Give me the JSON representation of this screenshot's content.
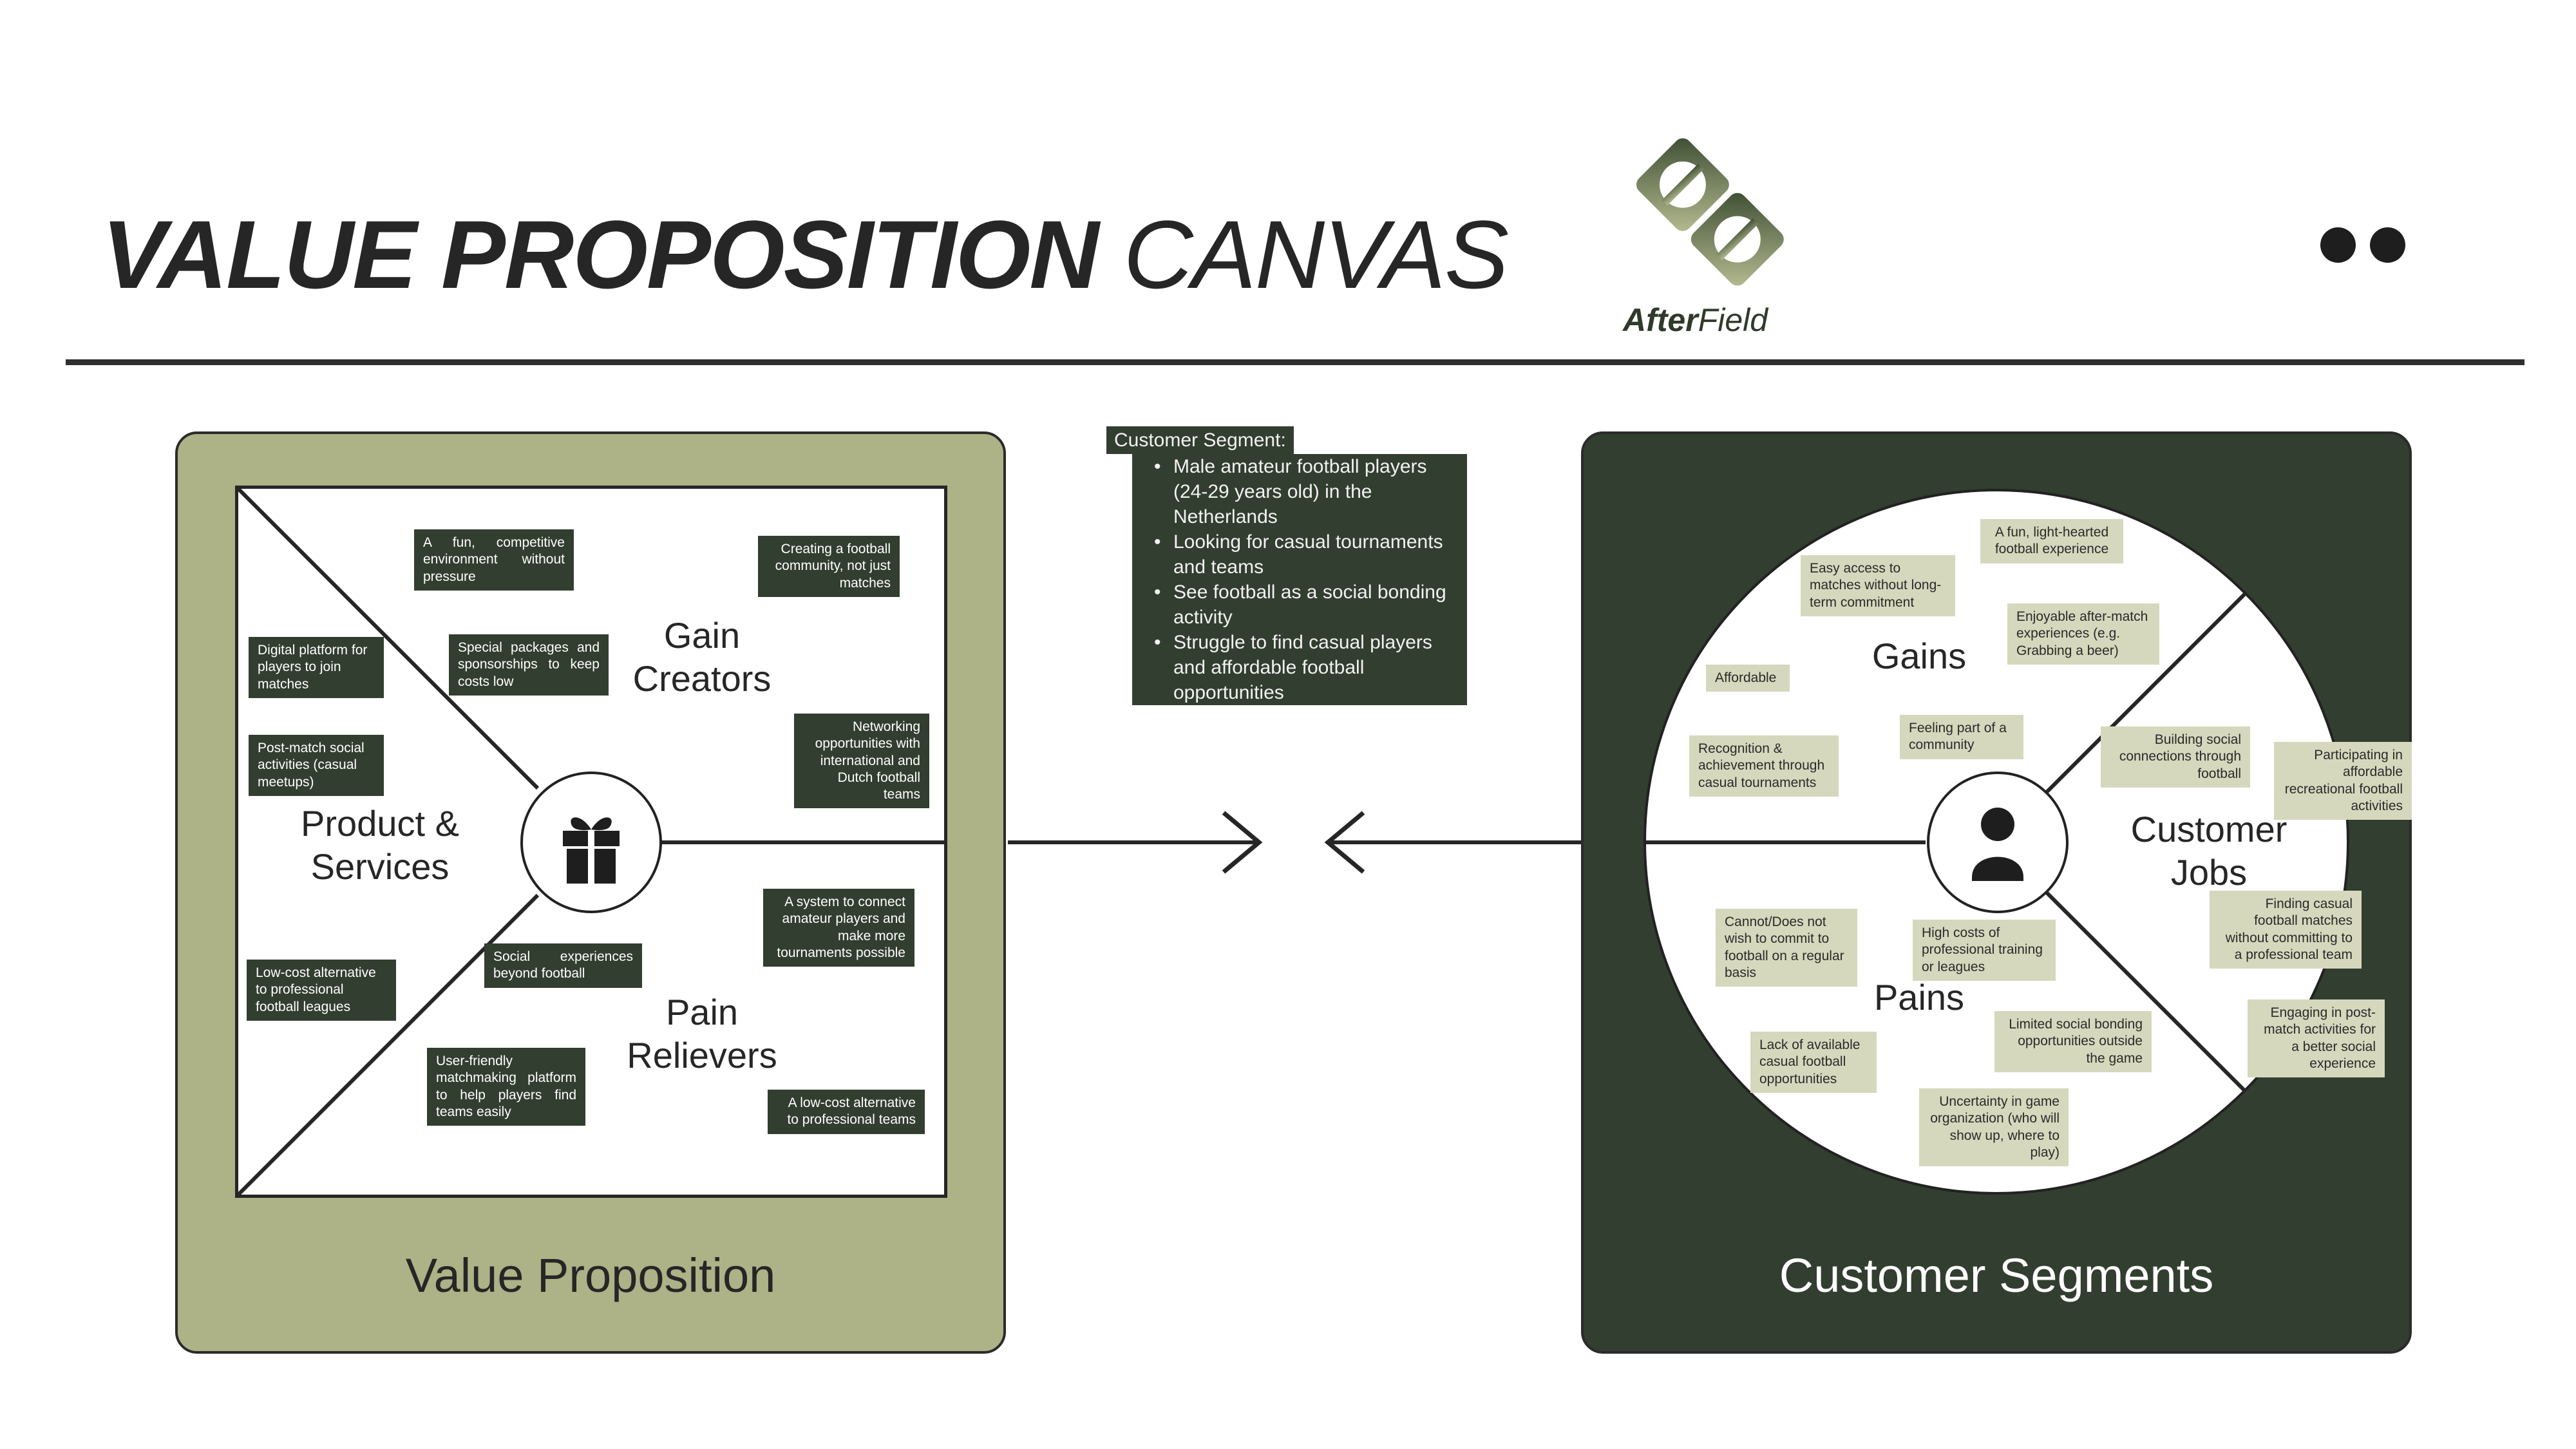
{
  "header": {
    "title_bold": "VALUE PROPOSITION",
    "title_regular": "CANVAS",
    "logo_text_bold": "After",
    "logo_text_regular": "Field"
  },
  "colors": {
    "olive": "#adb287",
    "dark_green": "#323e2f",
    "light_note": "#d6d8bd"
  },
  "customer_segment_note": {
    "heading": "Customer Segment:",
    "items": [
      "Male amateur football players (24-29 years old) in the Netherlands",
      "Looking for casual tournaments and teams",
      "See football as a social bonding activity",
      "Struggle to find casual players and affordable football opportunities"
    ]
  },
  "value_proposition": {
    "panel_title": "Value Proposition",
    "center_icon": "gift-icon",
    "sections": {
      "gain_creators": "Gain Creators",
      "products_services": "Product & Services",
      "pain_relievers": "Pain Relievers"
    },
    "gain_creators_notes": [
      "A fun, competitive environment without pressure",
      "Creating a football community, not just matches",
      "Special packages and sponsorships to keep costs low",
      "Networking opportunities with international and Dutch football teams"
    ],
    "products_notes": [
      "Digital platform for players to join matches",
      "Post-match social activities (casual meetups)",
      "Low-cost alternative to professional football leagues"
    ],
    "pain_relievers_notes": [
      "A system to connect amateur players and make more tournaments possible",
      "Social experiences beyond football",
      "User-friendly matchmaking platform to help players find teams easily",
      "A low-cost alternative to professional teams"
    ]
  },
  "customer_segments": {
    "panel_title": "Customer Segments",
    "center_icon": "person-icon",
    "sections": {
      "gains": "Gains",
      "customer_jobs": "Customer Jobs",
      "pains": "Pains"
    },
    "gains_notes": [
      "A fun, light-hearted football experience",
      "Easy access to matches without long-term commitment",
      "Enjoyable after-match experiences (e.g. Grabbing a beer)",
      "Affordable",
      "Recognition & achievement through casual tournaments",
      "Feeling part of a community"
    ],
    "jobs_notes": [
      "Building social connections through football",
      "Participating in affordable recreational football activities",
      "Finding casual football matches without committing to a professional team",
      "Engaging in post-match activities for a better social experience"
    ],
    "pains_notes": [
      "Cannot/Does not wish to commit to football on a regular basis",
      "High costs of professional training or leagues",
      "Limited social bonding opportunities outside the game",
      "Lack of available casual football opportunities",
      "Uncertainty in game organization (who will show up, where to play)"
    ]
  }
}
